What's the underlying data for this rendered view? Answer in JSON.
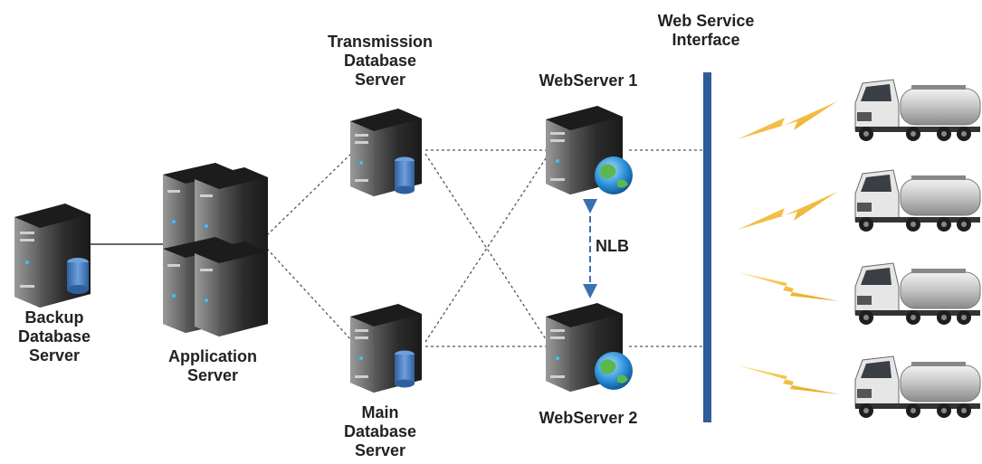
{
  "nodes": {
    "backup_db": {
      "label": "Backup\nDatabase\nServer"
    },
    "app_server": {
      "label": "Application\nServer"
    },
    "transmission_db": {
      "label": "Transmission\nDatabase\nServer"
    },
    "main_db": {
      "label": "Main\nDatabase\nServer"
    },
    "webserver1": {
      "label": "WebServer 1"
    },
    "webserver2": {
      "label": "WebServer 2"
    },
    "web_service": {
      "label": "Web Service\nInterface"
    }
  },
  "nlb": {
    "label": "NLB"
  },
  "trucks": {
    "count": 4
  },
  "colors": {
    "server_body": "#2a2a2a",
    "server_face": "#4a4a4a",
    "db_cylinder": "#4a7fc1",
    "interface_bar": "#2e5b9a",
    "nlb_arrow": "#3a6fb0",
    "lightning": "#f0b323",
    "connector": "#555555"
  }
}
